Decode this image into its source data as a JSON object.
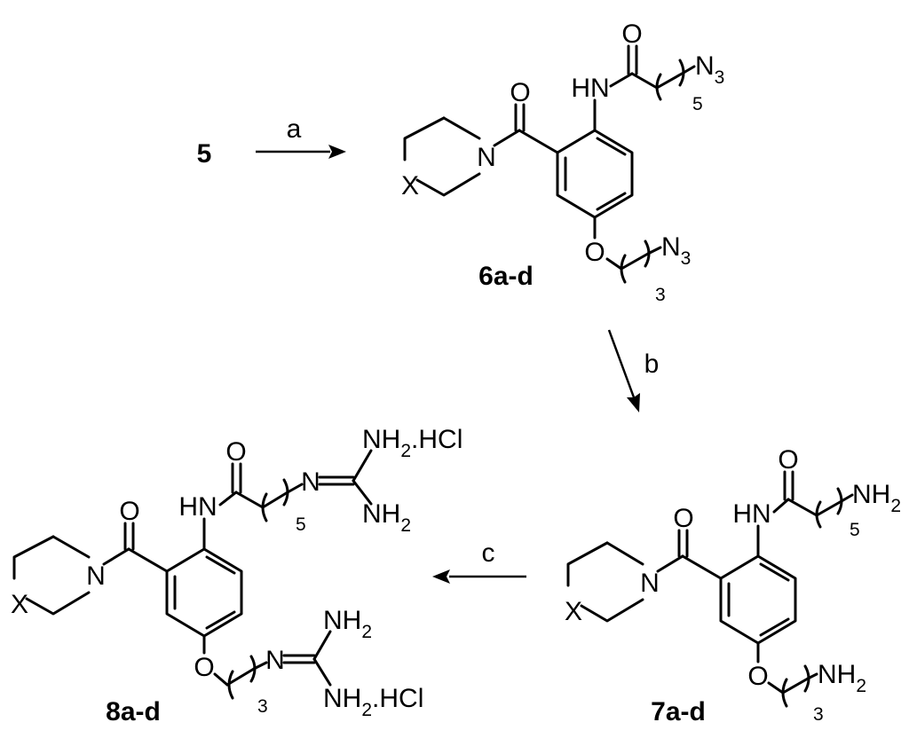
{
  "reagents": {
    "a": "a",
    "b": "b",
    "c": "c"
  },
  "compounds": {
    "start": {
      "label": "5"
    },
    "c6": {
      "label": "6a-d",
      "ring_x": "X",
      "ring_n": "N",
      "carbonyl_o": "O",
      "amide_o": "O",
      "hn": "HN",
      "n3_top_main": "N",
      "n3_top_sub": "3",
      "chain_top_n": "5",
      "ether_o": "O",
      "chain_bot_n": "3",
      "n3_bot_main": "N",
      "n3_bot_sub": "3"
    },
    "c7": {
      "label": "7a-d",
      "ring_x": "X",
      "ring_n": "N",
      "carbonyl_o": "O",
      "amide_o": "O",
      "hn": "HN",
      "nh2_top_main": "NH",
      "nh2_top_sub": "2",
      "chain_top_n": "5",
      "ether_o": "O",
      "chain_bot_n": "3",
      "nh2_bot_main": "NH",
      "nh2_bot_sub": "2"
    },
    "c8": {
      "label": "8a-d",
      "ring_x": "X",
      "ring_n": "N",
      "carbonyl_o": "O",
      "amide_o": "O",
      "hn": "HN",
      "chain_top_n": "5",
      "imine_top": "N",
      "g_top_upper_main": "NH",
      "g_top_upper_sub": "2",
      "g_top_upper_salt": ".HCl",
      "g_top_lower_main": "NH",
      "g_top_lower_sub": "2",
      "ether_o": "O",
      "chain_bot_n": "3",
      "imine_bot": "N",
      "g_bot_upper_main": "NH",
      "g_bot_upper_sub": "2",
      "g_bot_lower_main": "NH",
      "g_bot_lower_sub": "2",
      "g_bot_lower_salt": ".HCl"
    }
  }
}
